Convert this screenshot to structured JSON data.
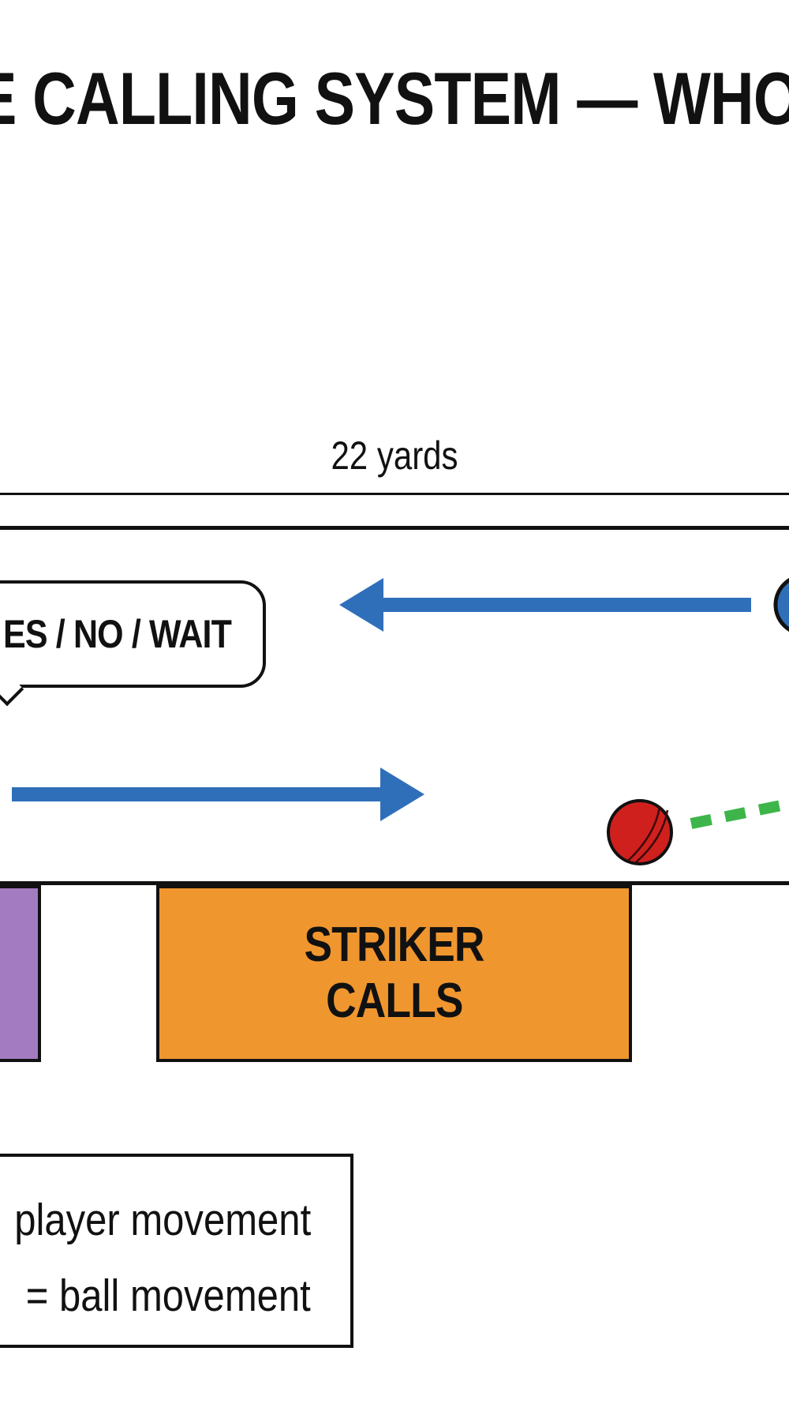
{
  "title": "E CALLING SYSTEM — WHO",
  "distance": "22 yards",
  "speech": "ES / NO / WAIT",
  "boxes": {
    "striker_line1": "STRIKER",
    "striker_line2": "CALLS"
  },
  "legend": {
    "player": "player movement",
    "ball": "= ball movement"
  },
  "colors": {
    "player_arrow": "#2f6fba",
    "ball": "#d0201e",
    "ball_path": "#3db54a",
    "non_striker_box": "#a27bc0",
    "striker_box": "#f0962f",
    "outline": "#111111"
  },
  "icons": {
    "ball": "cricket-ball-icon",
    "player": "player-marker-icon"
  }
}
